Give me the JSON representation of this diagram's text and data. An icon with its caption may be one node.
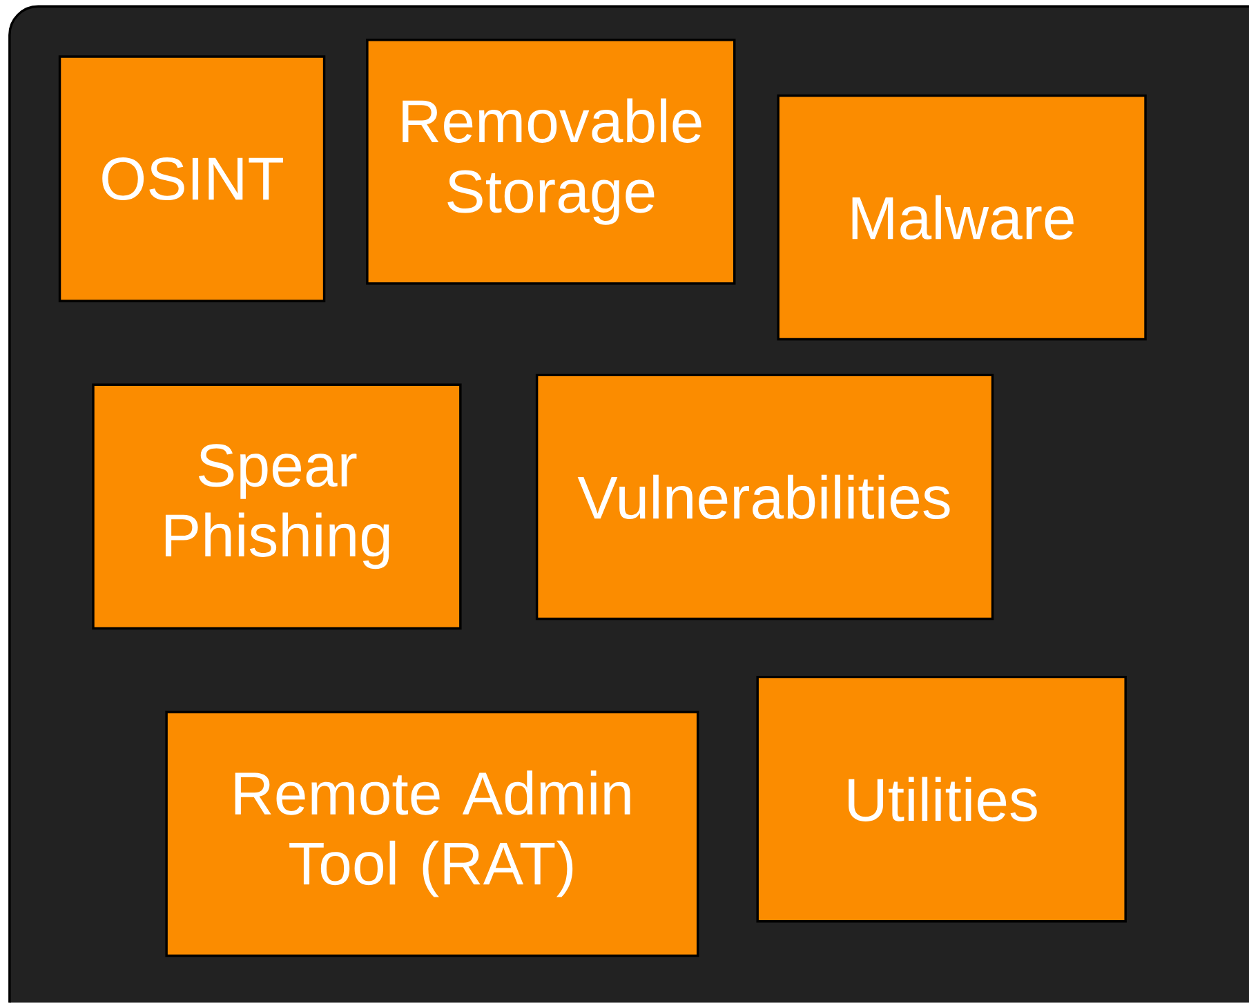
{
  "diagram": {
    "nodes": [
      {
        "text": [
          "OSINT"
        ]
      },
      {
        "text": [
          "Removable Storage"
        ]
      },
      {
        "text": [
          "Malware"
        ]
      },
      {
        "text": [
          "Spear Phishing"
        ]
      },
      {
        "text": [
          "Vulnerabilities"
        ]
      },
      {
        "text": [
          "Remote Admin Tool (RAT)"
        ]
      },
      {
        "text": [
          "Utilities"
        ]
      }
    ]
  }
}
